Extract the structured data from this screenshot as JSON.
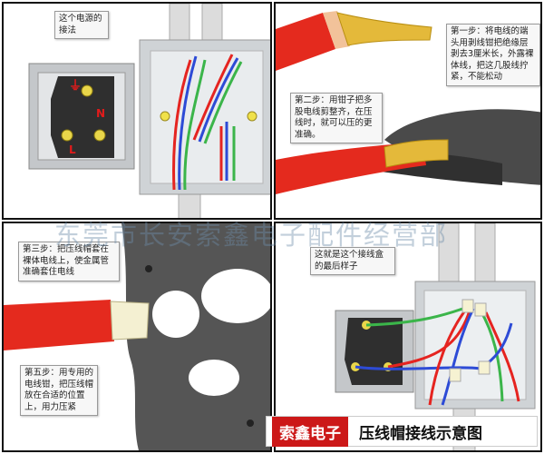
{
  "panels": {
    "top_left": {
      "callout": "这个电源的接法",
      "labels": {
        "ground": "⏚",
        "n": "N",
        "l": "L"
      }
    },
    "top_right": {
      "step1": "第一步：将电线的端头用剥线钳把绝缘层剥去3厘米长，外露裸体线，把这几股线拧紧，不能松动",
      "step2": "第二步：用钳子把多股电线剪整齐，在压线时，就可以压的更准确。"
    },
    "bottom_left": {
      "step3": "第三步：把压线帽套在裸体电线上，使金属管准确套住电线",
      "step5": "第五步：用专用的电线钳，把压线帽放在合适的位置上，用力压紧"
    },
    "bottom_right": {
      "callout": "这就是这个接线盒的最后样子"
    }
  },
  "watermark": "东莞市长安索鑫电子配件经营部",
  "caption": {
    "brand": "索鑫电子",
    "title": "压线帽接线示意图"
  },
  "colors": {
    "wire_red": "#e52420",
    "wire_blue": "#2d4bd6",
    "wire_green": "#3bb54a",
    "brand_red": "#cc1818"
  }
}
